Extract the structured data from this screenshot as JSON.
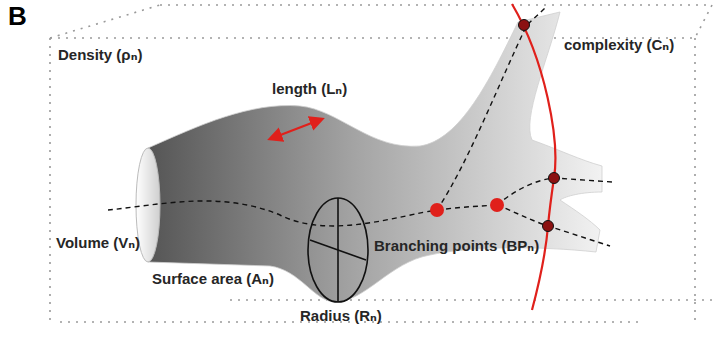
{
  "diagram": {
    "labels": [
      "B",
      "Density (ρₙ)",
      "length (Lₙ)",
      "Volume (Vₙ)",
      "Surface area (Aₙ)",
      "Radius (Rₙ)",
      "Branching points (BPₙ)",
      "complexity (Cₙ)"
    ]
  }
}
